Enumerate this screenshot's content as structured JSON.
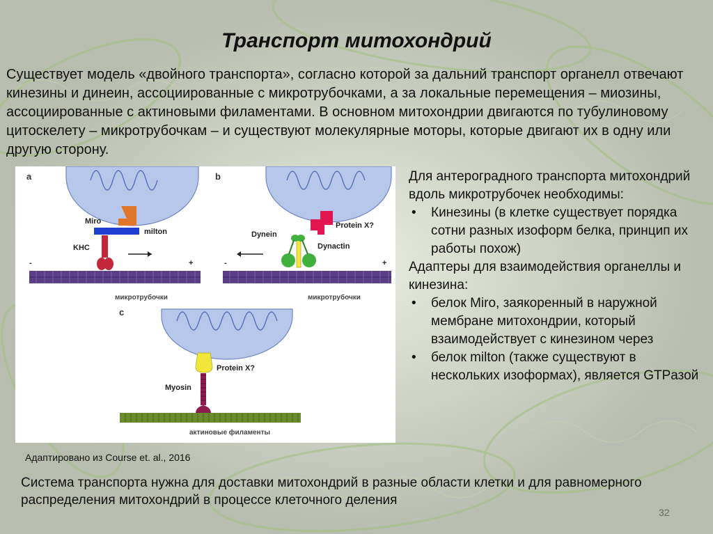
{
  "slide": {
    "title": "Транспорт митохондрий",
    "intro": "Существует модель «двойного транспорта», согласно которой за дальний транспорт органелл отвечают кинезины и динеин, ассоциированные с микротрубочками, а за локальные перемещения – миозины, ассоциированные с актиновыми филаментами. В основном митохондрии двигаются по тубулиновому цитоскелету – микротрубочкам – и существуют молекулярные моторы, которые двигают их в одну или другую сторону.",
    "right_panel": {
      "para1": "Для антероградного транспорта митохондрий вдоль микротрубочек необходимы:",
      "bullet1": "Кинезины (в клетке существует порядка сотни разных изоформ белка, принцип их работы похож)",
      "para2": "Адаптеры для взаимодействия органеллы и кинезина:",
      "bullet2": "белок Miro, заякоренный в наружной мембране митохондрии, который взаимодействует с кинезином через",
      "bullet3": "белок milton (также существуют в нескольких изоформах), является GTPазой"
    },
    "caption": "Адаптировано из Course et. al., 2016",
    "bottom_text": "Система транспорта нужна для доставки митохондрий в разные области клетки и для равномерного распределения митохондрий в процессе клеточного деления",
    "page_number": "32"
  },
  "figure": {
    "panel_a": {
      "letter": "a",
      "miro": "Miro",
      "milton": "milton",
      "khc": "KHC",
      "minus": "-",
      "plus": "+",
      "track_label": "микротрубочки"
    },
    "panel_b": {
      "letter": "b",
      "dynein": "Dynein",
      "protein": "Protein X?",
      "dynactin": "Dynactin",
      "minus": "-",
      "plus": "+",
      "track_label": "микротрубочки"
    },
    "panel_c": {
      "letter": "c",
      "protein": "Protein X?",
      "myosin": "Myosin",
      "track_label": "актиновые филаменты"
    }
  },
  "colors": {
    "mitochondrion": "#b7c7ea",
    "miro": "#e0762c",
    "milton": "#1f3fd0",
    "kinesin": "#c2283a",
    "microtubule": "#5b3f86",
    "dynein_adaptor": "#e1154f",
    "dynactin": "#3fb13c",
    "protein_x_c": "#f2e63a",
    "myosin": "#8c1c4e",
    "actin": "#6a8c2e"
  }
}
